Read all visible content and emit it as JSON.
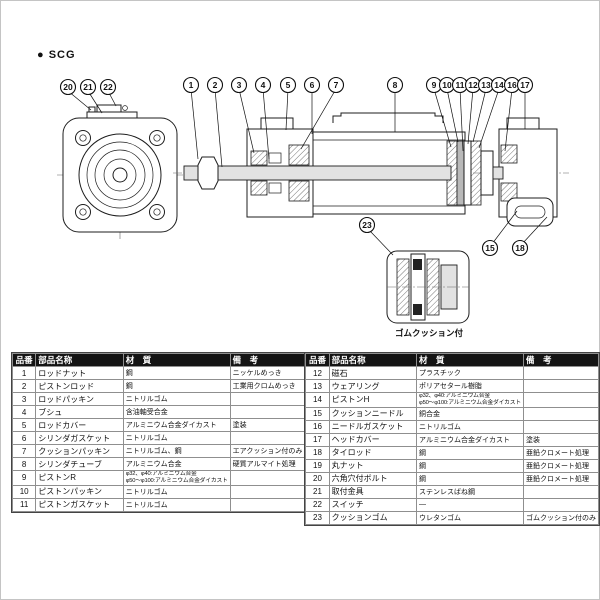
{
  "page": {
    "bullet": "●",
    "series_label": "SCG"
  },
  "diagram": {
    "detail_caption": "ゴムクッション付",
    "callout_detail": "23",
    "callouts_front": [
      "20",
      "21",
      "22"
    ],
    "callouts_top": [
      "1",
      "2",
      "3",
      "4",
      "5",
      "6",
      "7",
      "8"
    ],
    "callouts_top_right": [
      "9",
      "10",
      "11",
      "12",
      "13",
      "14",
      "16",
      "17"
    ],
    "callouts_bottom": [
      "15",
      "18"
    ]
  },
  "parts_table": {
    "headers": [
      "品番",
      "部品名称",
      "材　質",
      "備　考"
    ],
    "left_rows": [
      {
        "num": "1",
        "name": "ロッドナット",
        "material": [
          "鋼"
        ],
        "note": "ニッケルめっき"
      },
      {
        "num": "2",
        "name": "ピストンロッド",
        "material": [
          "鋼"
        ],
        "note": "工業用クロムめっき"
      },
      {
        "num": "3",
        "name": "ロッドパッキン",
        "material": [
          "ニトリルゴム"
        ],
        "note": ""
      },
      {
        "num": "4",
        "name": "ブシュ",
        "material": [
          "含油軸受合金"
        ],
        "note": ""
      },
      {
        "num": "5",
        "name": "ロッドカバー",
        "material": [
          "アルミニウム合金ダイカスト"
        ],
        "note": "塗装"
      },
      {
        "num": "6",
        "name": "シリンダガスケット",
        "material": [
          "ニトリルゴム"
        ],
        "note": ""
      },
      {
        "num": "7",
        "name": "クッションパッキン",
        "material": [
          "ニトリルゴム、鋼"
        ],
        "note": "エアクッション付のみ"
      },
      {
        "num": "8",
        "name": "シリンダチューブ",
        "material": [
          "アルミニウム合金"
        ],
        "note": "硬質アルマイト処理"
      },
      {
        "num": "9",
        "name": "ピストンR",
        "material": [
          "φ32、φ40:アルミニウム合金",
          "φ50〜φ100:アルミニウム合金ダイカスト"
        ],
        "note": ""
      },
      {
        "num": "10",
        "name": "ピストンパッキン",
        "material": [
          "ニトリルゴム"
        ],
        "note": ""
      },
      {
        "num": "11",
        "name": "ピストンガスケット",
        "material": [
          "ニトリルゴム"
        ],
        "note": ""
      }
    ],
    "right_rows": [
      {
        "num": "12",
        "name": "磁石",
        "material": [
          "プラスチック"
        ],
        "note": ""
      },
      {
        "num": "13",
        "name": "ウェアリング",
        "material": [
          "ポリアセタール樹脂"
        ],
        "note": ""
      },
      {
        "num": "14",
        "name": "ピストンH",
        "material": [
          "φ32、φ40:アルミニウム合金",
          "φ50〜φ100:アルミニウム合金ダイカスト"
        ],
        "note": ""
      },
      {
        "num": "15",
        "name": "クッションニードル",
        "material": [
          "銅合金"
        ],
        "note": ""
      },
      {
        "num": "16",
        "name": "ニードルガスケット",
        "material": [
          "ニトリルゴム"
        ],
        "note": ""
      },
      {
        "num": "17",
        "name": "ヘッドカバー",
        "material": [
          "アルミニウム合金ダイカスト"
        ],
        "note": "塗装"
      },
      {
        "num": "18",
        "name": "タイロッド",
        "material": [
          "鋼"
        ],
        "note": "亜鉛クロメート処理"
      },
      {
        "num": "19",
        "name": "丸ナット",
        "material": [
          "鋼"
        ],
        "note": "亜鉛クロメート処理"
      },
      {
        "num": "20",
        "name": "六角穴付ボルト",
        "material": [
          "鋼"
        ],
        "note": "亜鉛クロメート処理"
      },
      {
        "num": "21",
        "name": "取付金具",
        "material": [
          "ステンレスばね鋼"
        ],
        "note": ""
      },
      {
        "num": "22",
        "name": "スイッチ",
        "material": [
          "―"
        ],
        "note": ""
      },
      {
        "num": "23",
        "name": "クッションゴム",
        "material": [
          "ウレタンゴム"
        ],
        "note": "ゴムクッション付のみ"
      }
    ]
  }
}
